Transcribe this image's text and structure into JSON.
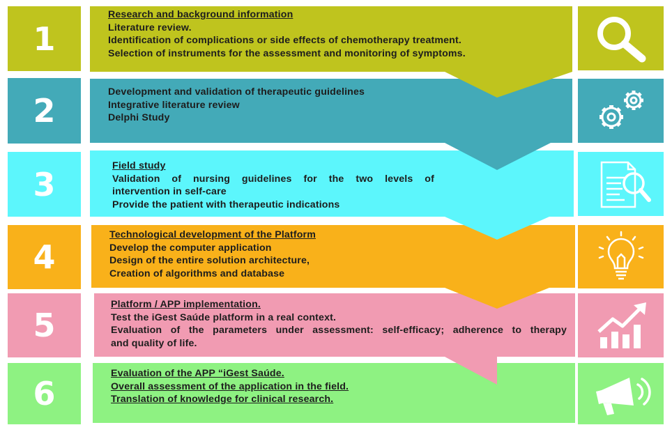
{
  "colors": {
    "step1": "#bfc41e",
    "step2": "#43aab8",
    "step3": "#5cf6fc",
    "step4": "#f9b11a",
    "step5": "#f19bb2",
    "step6": "#8ef282"
  },
  "steps": [
    {
      "number": "1",
      "icon": "magnifier-icon",
      "lines": [
        "Research and background information",
        "Literature review.",
        "Identification of complications or side effects of chemotherapy treatment.",
        "Selection of instruments for the assessment and monitoring of symptoms."
      ]
    },
    {
      "number": "2",
      "icon": "gears-icon",
      "lines": [
        "Development and validation of therapeutic guidelines",
        "Integrative literature review",
        "Delphi Study"
      ]
    },
    {
      "number": "3",
      "icon": "document-search-icon",
      "lines": [
        "Field study",
        "Validation of nursing guidelines for the two levels of",
        "intervention in self-care",
        "Provide the patient with therapeutic indications"
      ]
    },
    {
      "number": "4",
      "icon": "lightbulb-icon",
      "lines": [
        "Technological development of the Platform",
        "Develop the computer application",
        "Design of the entire solution architecture,",
        "Creation of algorithms and database"
      ]
    },
    {
      "number": "5",
      "icon": "growth-chart-icon",
      "lines": [
        "Platform / APP implementation.",
        "Test the iGest Saúde platform in a real context.",
        "Evaluation of the parameters under assessment: self-efficacy; adherence to therapy",
        "and quality of life."
      ]
    },
    {
      "number": "6",
      "icon": "megaphone-icon",
      "lines": [
        "Evaluation of the APP “iGest Saúde.",
        "Overall assessment of the application in the field.",
        "Translation of knowledge for clinical research."
      ]
    }
  ]
}
